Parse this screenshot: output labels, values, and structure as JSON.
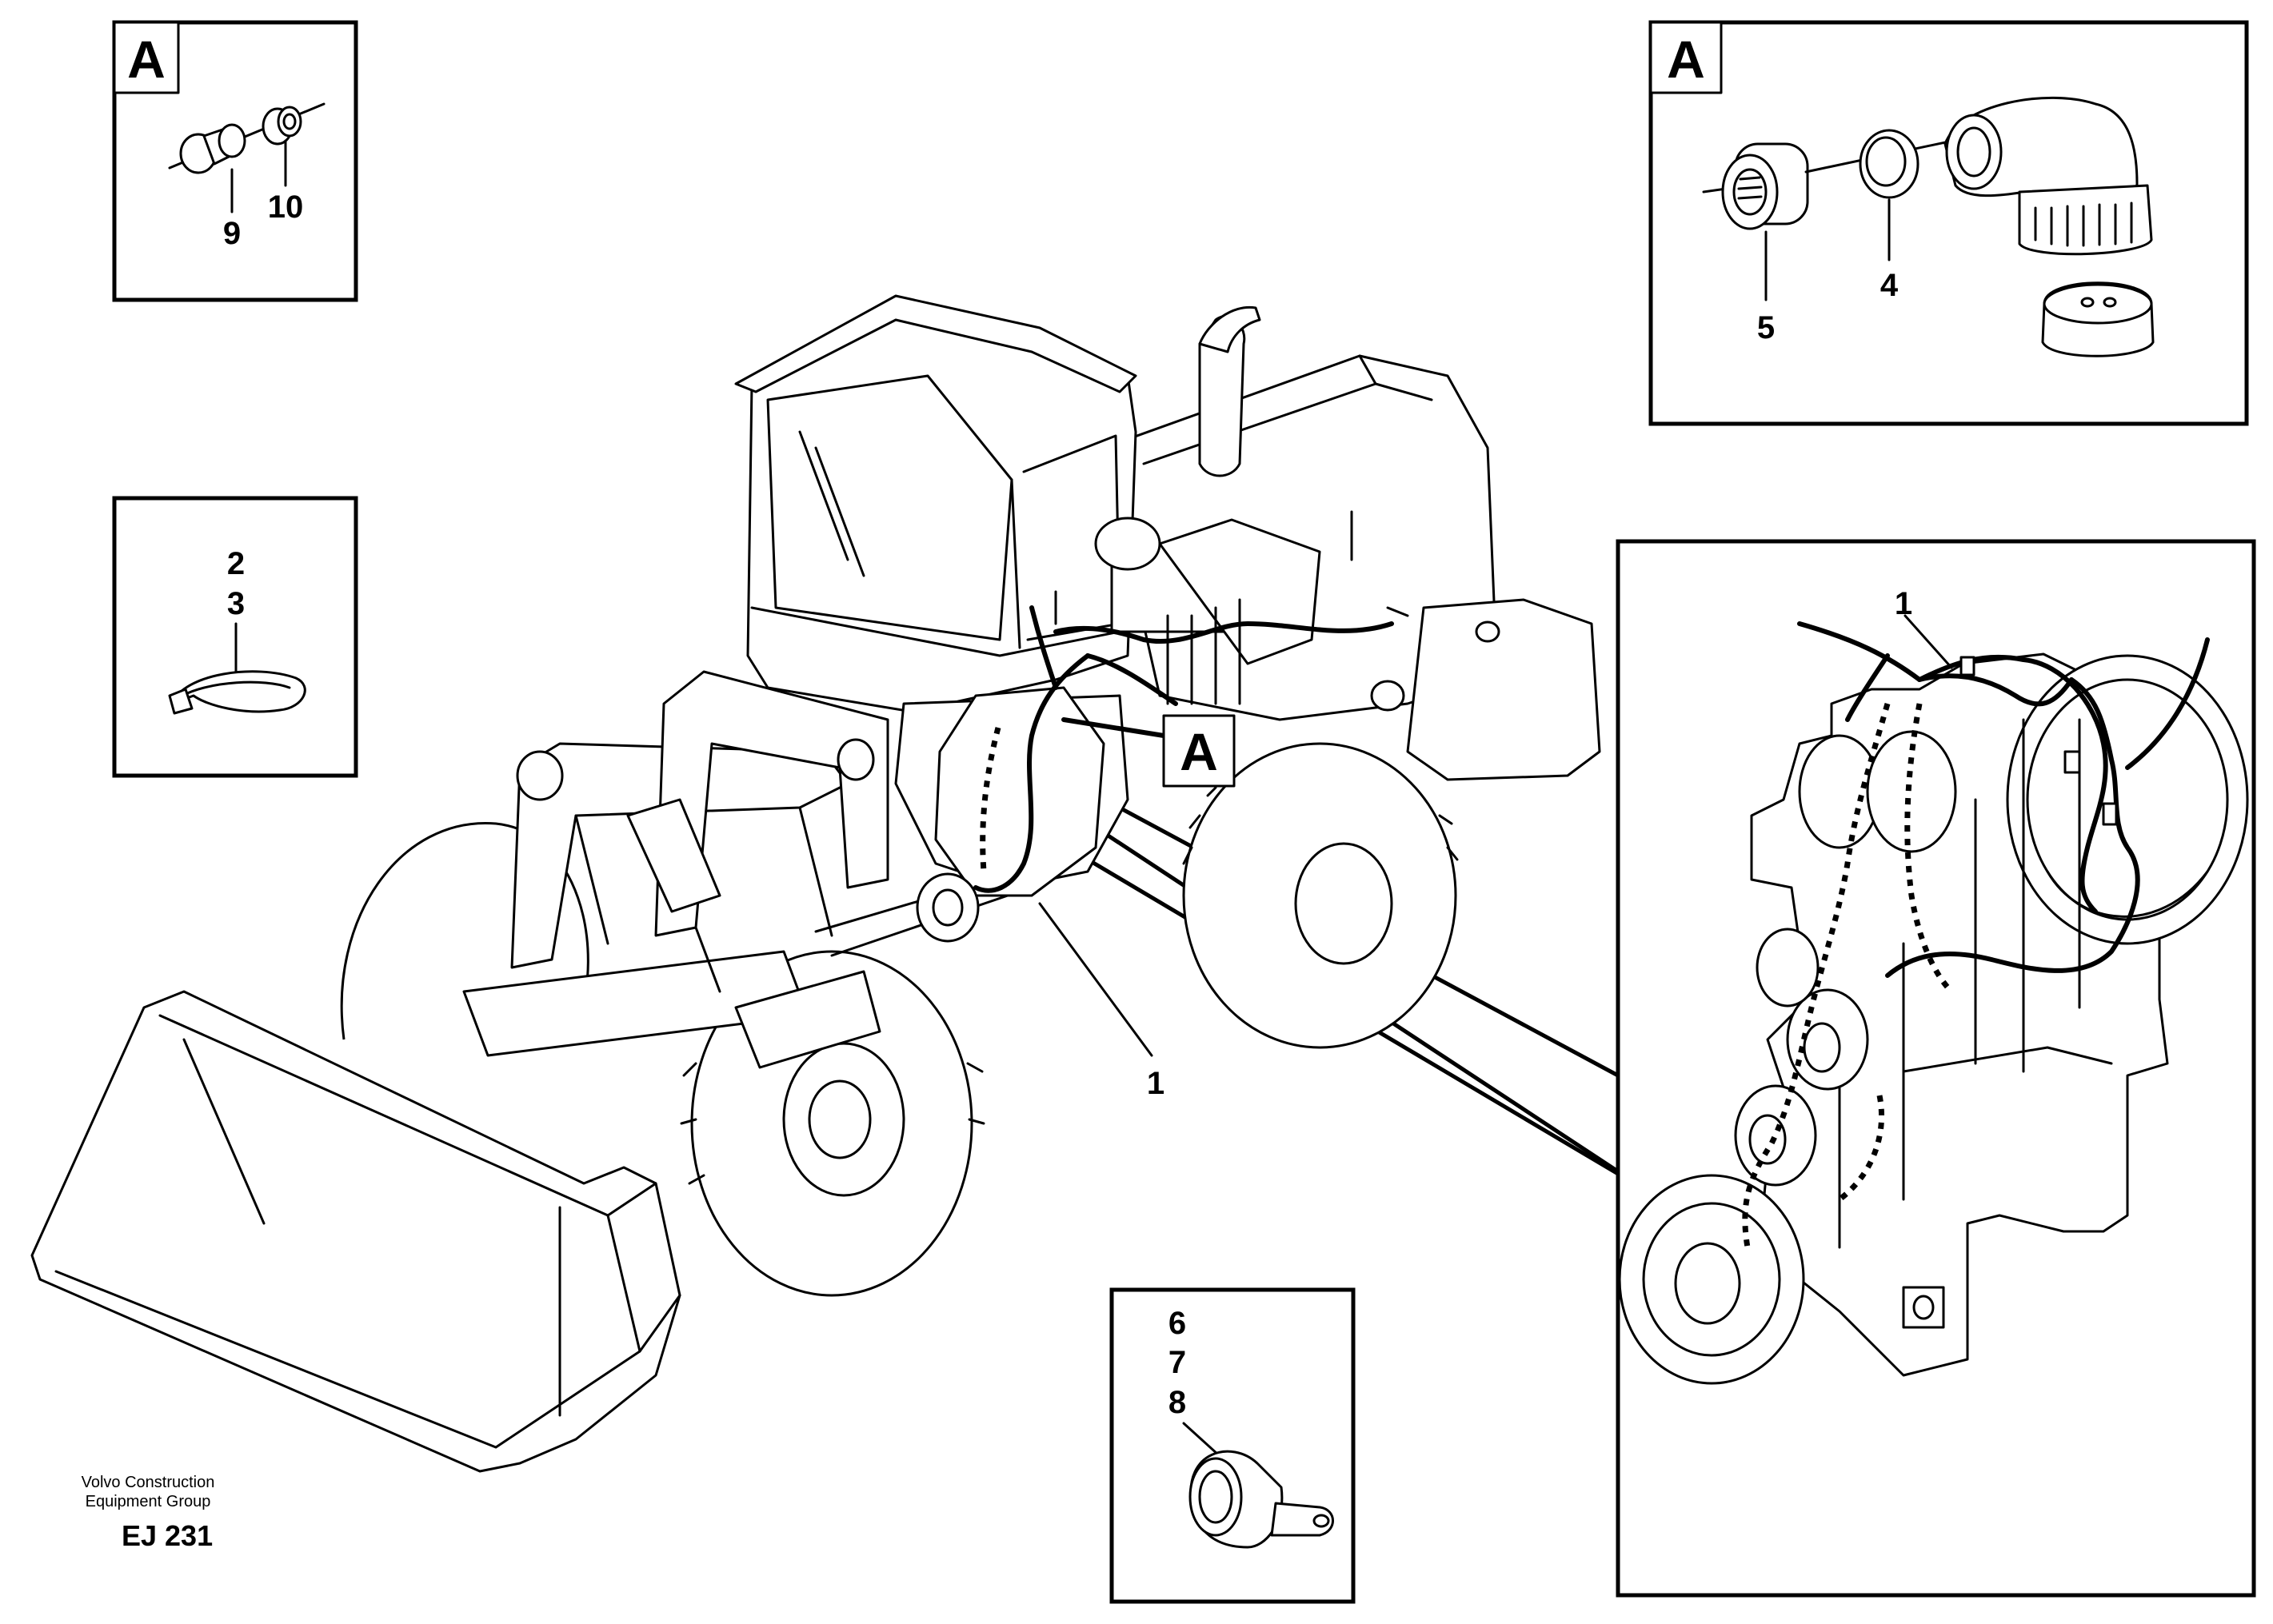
{
  "callout_letter": "A",
  "detail_topleft": {
    "labels": [
      "9",
      "10"
    ]
  },
  "detail_topright": {
    "labels": [
      "5",
      "4"
    ]
  },
  "detail_strap": {
    "labels": [
      "2",
      "3"
    ]
  },
  "detail_clamp": {
    "labels": [
      "6",
      "7",
      "8"
    ]
  },
  "detail_gearbox": {
    "label": "1"
  },
  "main_view": {
    "label": "1"
  },
  "footer": {
    "company_line1": "Volvo Construction",
    "company_line2": "Equipment Group",
    "drawing_code": "EJ 231"
  }
}
